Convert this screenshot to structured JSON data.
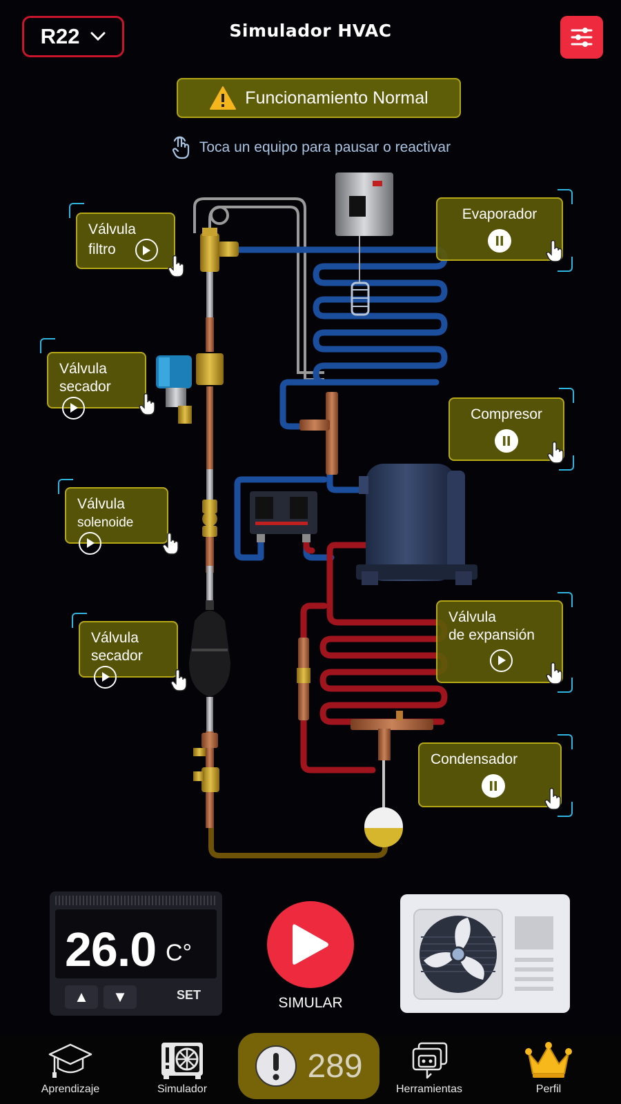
{
  "header": {
    "refrigerant": "R22",
    "title": "Simulador HVAC"
  },
  "status": {
    "text": "Funcionamiento Normal",
    "hint": "Toca un equipo para pausar o reactivar"
  },
  "equipment": [
    {
      "name_lines": [
        "Válvula",
        "filtro"
      ],
      "state": "play"
    },
    {
      "name_lines": [
        "Válvula",
        "secador"
      ],
      "state": "play"
    },
    {
      "name_lines": [
        "Válvula",
        "solenoide"
      ],
      "state": "play"
    },
    {
      "name_lines": [
        "Válvula",
        "secador"
      ],
      "state": "play"
    },
    {
      "name_lines": [
        "Evaporador"
      ],
      "state": "pause"
    },
    {
      "name_lines": [
        "Compresor"
      ],
      "state": "pause"
    },
    {
      "name_lines": [
        "Válvula",
        "de expansión"
      ],
      "state": "play"
    },
    {
      "name_lines": [
        "Condensador"
      ],
      "state": "pause"
    }
  ],
  "thermostat": {
    "temperature": "26.0",
    "unit": "C°",
    "up": "▲",
    "down": "▼",
    "set_label": "SET"
  },
  "simulate": {
    "label": "SIMULAR"
  },
  "nav": {
    "items": [
      {
        "label": "Aprendizaje",
        "icon": "graduation-cap-icon"
      },
      {
        "label": "Simulador",
        "icon": "simulator-icon"
      },
      {
        "label": "Herramientas",
        "icon": "tools-icon"
      },
      {
        "label": "Perfil",
        "icon": "crown-icon"
      }
    ],
    "points": "289"
  },
  "colors": {
    "accent_red": "#ee2a3f",
    "label_olive": "#5f5e08",
    "label_border": "#b7a817",
    "pipe_blue": "#1b4f9e",
    "pipe_red": "#a0141e",
    "pipe_gold": "#6e5208",
    "corner_cyan": "#2fb5e0"
  }
}
